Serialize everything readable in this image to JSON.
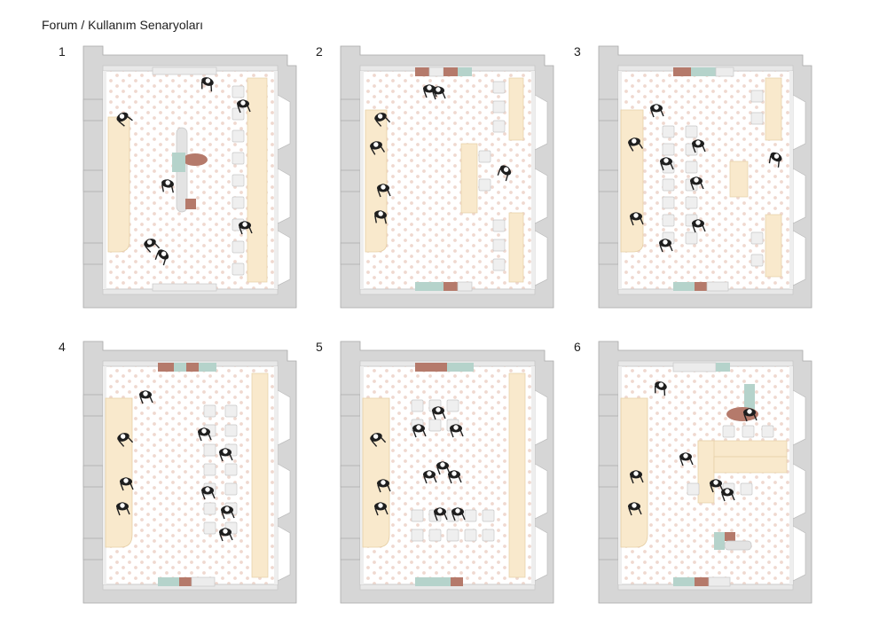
{
  "page": {
    "title": "Forum / Kullanım Senaryoları"
  },
  "colors": {
    "wall": "#d6d6d6",
    "wall_stroke": "#a9a9a9",
    "floor": "#ffffff",
    "floor_dots": "#efd8cf",
    "furniture_wood": "#f9e9cc",
    "furniture_stroke": "#e6cfa5",
    "teal": "#b5d3cb",
    "terracotta": "#b57a6b",
    "chair": "#efefef",
    "person": "#1e1e1e"
  },
  "plans": [
    {
      "label": "1",
      "scenario": "reading-lounge"
    },
    {
      "label": "2",
      "scenario": "small-groups"
    },
    {
      "label": "3",
      "scenario": "workshop-tables"
    },
    {
      "label": "4",
      "scenario": "lecture-rows"
    },
    {
      "label": "5",
      "scenario": "group-discussion"
    },
    {
      "label": "6",
      "scenario": "exhibition"
    }
  ]
}
